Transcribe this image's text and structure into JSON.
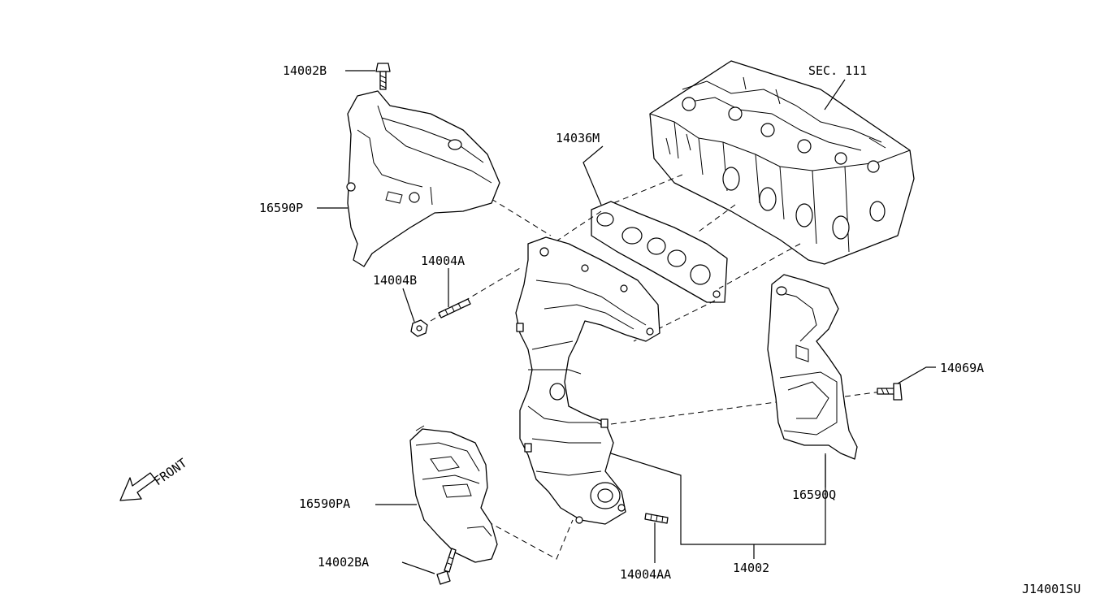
{
  "diagram": {
    "drawing_code": "J14001SU",
    "front_label": "FRONT",
    "section_ref": "SEC. 111",
    "parts": {
      "bolt_top": "14002B",
      "upper_heat_shield": "16590P",
      "stud": "14004A",
      "nut": "14004B",
      "gasket": "14036M",
      "manifold_catalyst": "14002",
      "right_heat_shield": "16590Q",
      "right_bolt": "14069A",
      "lower_heat_shield": "16590PA",
      "lower_bolt": "14002BA",
      "lower_stud": "14004AA"
    }
  }
}
